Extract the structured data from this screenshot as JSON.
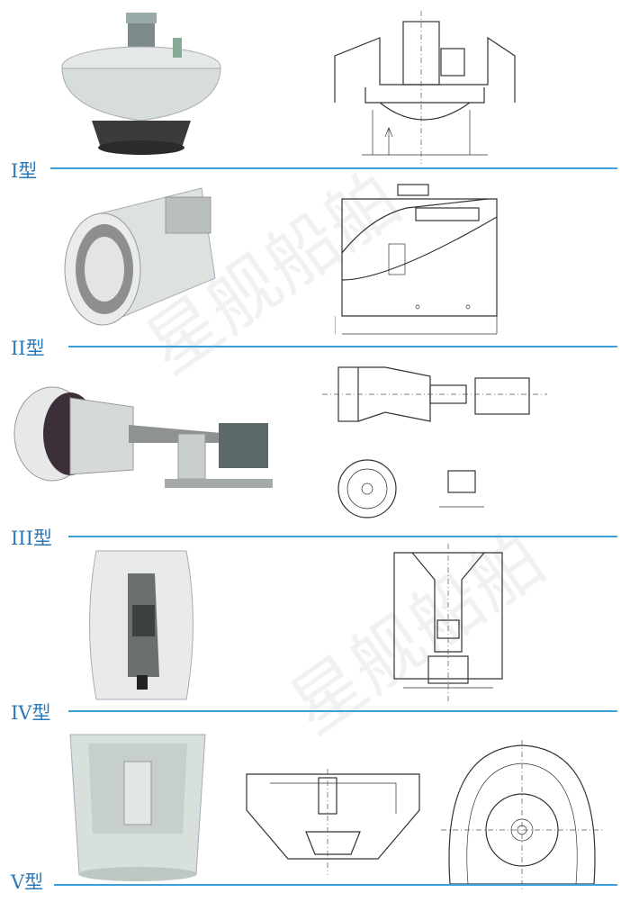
{
  "sections": [
    {
      "label": "I型"
    },
    {
      "label": "II型"
    },
    {
      "label": "III型"
    },
    {
      "label": "IV型"
    },
    {
      "label": "V型"
    }
  ],
  "watermark": {
    "text": "星舰船舶"
  },
  "colors": {
    "label": "#2a78b8",
    "rule": "#3aa0d6",
    "fan_body": "#d9dfdc"
  }
}
